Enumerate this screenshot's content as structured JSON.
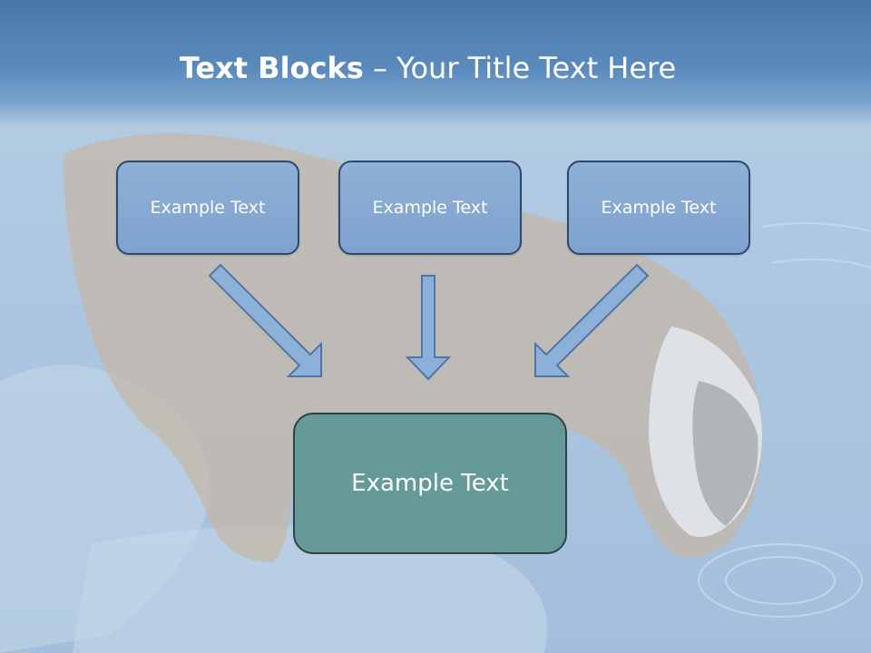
{
  "title": {
    "bold": "Text Blocks",
    "rest": " – Your Title Text Here"
  },
  "top_boxes": [
    {
      "label": "Example Text"
    },
    {
      "label": "Example Text"
    },
    {
      "label": "Example Text"
    }
  ],
  "main_box": {
    "label": "Example Text"
  },
  "colors": {
    "box_fill": "#7ea2cf",
    "box_border": "#2d4a6e",
    "main_box_fill": "#659a98",
    "main_box_border": "#2c4340",
    "arrow_fill": "#8db0d8",
    "title_band": "#5b8bbd"
  }
}
